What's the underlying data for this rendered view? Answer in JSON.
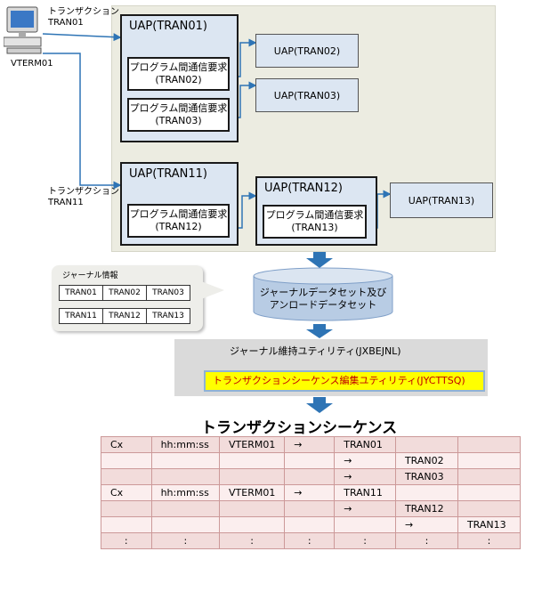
{
  "terminal": {
    "name": "VTERM01",
    "tx_label_1": "トランザクション\nTRAN01",
    "tx_label_2": "トランザクション\nTRAN11"
  },
  "uap_groups": {
    "tran01": {
      "title": "UAP(TRAN01)",
      "req1": "プログラム間通信要求\n(TRAN02)",
      "req2": "プログラム間通信要求\n(TRAN03)"
    },
    "tran02": {
      "title": "UAP(TRAN02)"
    },
    "tran03": {
      "title": "UAP(TRAN03)"
    },
    "tran11": {
      "title": "UAP(TRAN11)",
      "req1": "プログラム間通信要求\n(TRAN12)"
    },
    "tran12": {
      "title": "UAP(TRAN12)",
      "req1": "プログラム間通信要求\n(TRAN13)"
    },
    "tran13": {
      "title": "UAP(TRAN13)"
    }
  },
  "journal_info": {
    "title": "ジャーナル情報",
    "rows": [
      [
        "TRAN01",
        "TRAN02",
        "TRAN03"
      ],
      [
        "TRAN11",
        "TRAN12",
        "TRAN13"
      ]
    ]
  },
  "dataset": {
    "label": "ジャーナルデータセット及び\nアンロードデータセット"
  },
  "utility_outer": {
    "label": "ジャーナル維持ユティリティ(JXBEJNL)"
  },
  "utility_inner": {
    "label": "トランザクションシーケンス編集ユティリティ(JYCTTSQ)"
  },
  "sequence": {
    "title": "トランザクションシーケンス",
    "rows": [
      [
        "Cx",
        "hh:mm:ss",
        "VTERM01",
        "→",
        "TRAN01",
        "",
        ""
      ],
      [
        "",
        "",
        "",
        "",
        "→",
        "TRAN02",
        ""
      ],
      [
        "",
        "",
        "",
        "",
        "→",
        "TRAN03",
        ""
      ],
      [
        "Cx",
        "hh:mm:ss",
        "VTERM01",
        "→",
        "TRAN11",
        "",
        ""
      ],
      [
        "",
        "",
        "",
        "",
        "→",
        "TRAN12",
        ""
      ],
      [
        "",
        "",
        "",
        "",
        "",
        "→",
        "TRAN13"
      ],
      [
        ":",
        ":",
        ":",
        ":",
        ":",
        ":",
        ":"
      ]
    ]
  },
  "colors": {
    "arrow": "#2e74b5",
    "uap_fill": "#dce6f2",
    "highlight_fill": "#ffff00",
    "highlight_text": "#c00000",
    "seq_row_a": "#f2dcdb"
  }
}
